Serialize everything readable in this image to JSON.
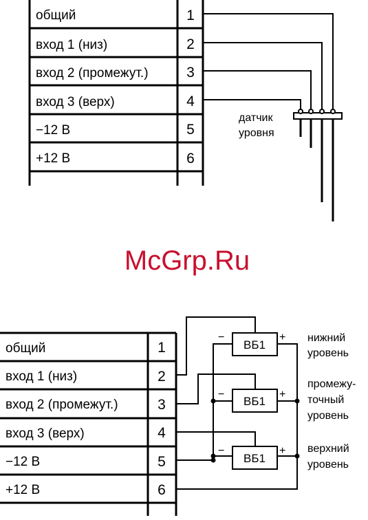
{
  "diagram1": {
    "rows": [
      {
        "label": "общий",
        "num": "1"
      },
      {
        "label": "вход 1 (низ)",
        "num": "2"
      },
      {
        "label": "вход 2 (промежут.)",
        "num": "3"
      },
      {
        "label": "вход 3 (верх)",
        "num": "4"
      },
      {
        "label": "−12 В",
        "num": "5"
      },
      {
        "label": "+12 В",
        "num": "6"
      }
    ],
    "sensor_label_line1": "датчик",
    "sensor_label_line2": "уровня"
  },
  "watermark": "McGrp.Ru",
  "diagram2": {
    "rows": [
      {
        "label": "общий",
        "num": "1"
      },
      {
        "label": "вход 1 (низ)",
        "num": "2"
      },
      {
        "label": "вход 2 (промежут.)",
        "num": "3"
      },
      {
        "label": "вход 3 (верх)",
        "num": "4"
      },
      {
        "label": "−12 В",
        "num": "5"
      },
      {
        "label": "+12 В",
        "num": "6"
      }
    ],
    "sensor_box_label": "ВБ1",
    "minus_sign": "−",
    "plus_sign": "+",
    "levels": [
      {
        "line1": "нижний",
        "line2": "уровень",
        "line3": ""
      },
      {
        "line1": "промежу-",
        "line2": "точный",
        "line3": "уровень"
      },
      {
        "line1": "верхний",
        "line2": "уровень",
        "line3": ""
      }
    ]
  }
}
